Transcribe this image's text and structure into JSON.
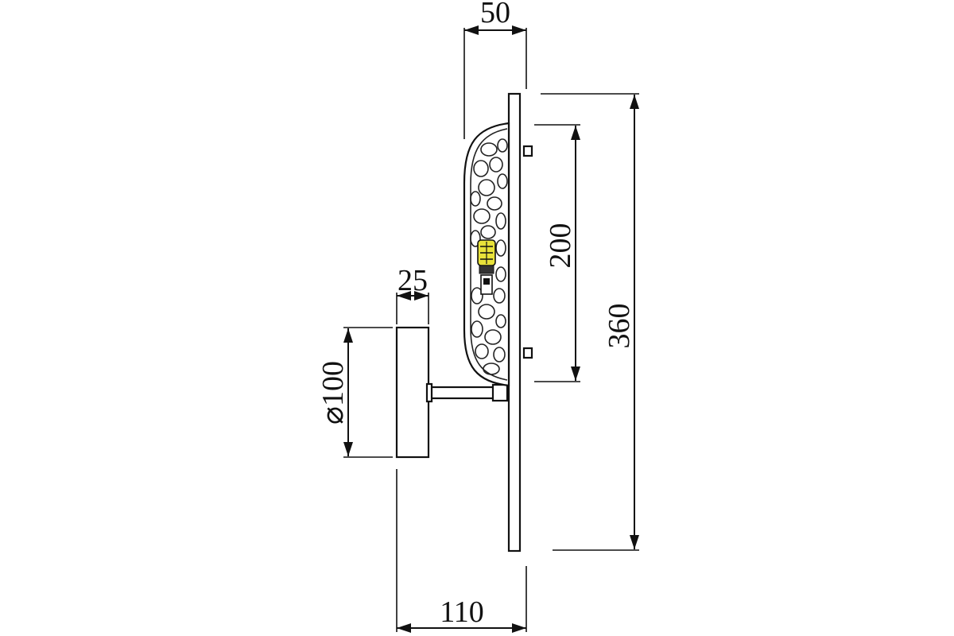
{
  "dimensions": {
    "shade_depth": "50",
    "shade_height": "200",
    "total_height": "360",
    "base_depth": "25",
    "base_diameter": "⌀100",
    "total_depth": "110"
  },
  "colors": {
    "line": "#111111",
    "bulb_glow": "#e8e23a",
    "background": "#ffffff"
  }
}
